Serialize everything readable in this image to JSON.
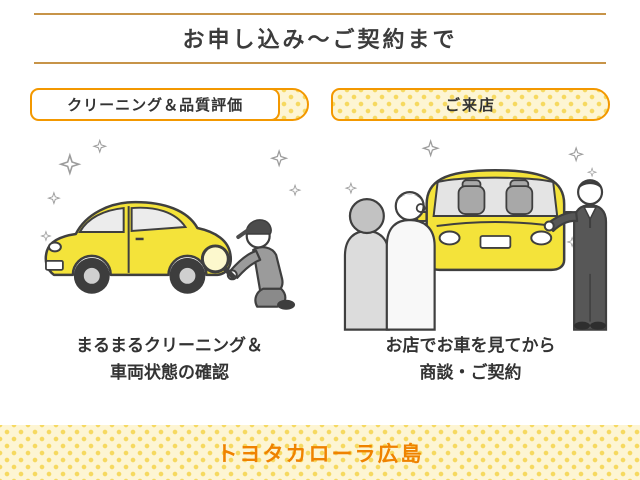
{
  "title": "お申し込み〜ご契約まで",
  "panels": [
    {
      "id": "cleaning",
      "label": "クリーニング＆品質評価",
      "caption": [
        "まるまるクリーニング＆",
        "車両状態の確認"
      ]
    },
    {
      "id": "visit",
      "label": "ご来店",
      "caption": [
        "お店でお車を見てから",
        "商談・ご契約"
      ]
    }
  ],
  "footer": {
    "brand": "トヨタカローラ広島"
  },
  "icons": {
    "sparkle": "✦",
    "magnifier": "🔍"
  },
  "colors": {
    "accent_orange": "#f39800",
    "line_brown": "#c79448",
    "band_bg": "#fdf5d3",
    "dot_yellow": "#f6d960",
    "car_yellow": "#f4e33a",
    "footer_orange": "#ef8200",
    "text_dark": "#333333"
  }
}
